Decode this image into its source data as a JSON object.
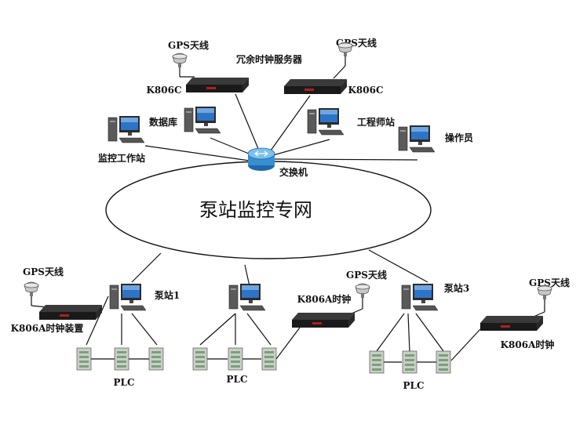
{
  "labels": {
    "gps_antenna": "GPS天线",
    "redundant_servers": "冗余时钟服务器",
    "k806c": "K806C",
    "database": "数据库",
    "engineer_station": "工程师站",
    "operator": "操作员",
    "monitor_station": "监控工作站",
    "switch": "交换机",
    "private_network": "泵站监控专网",
    "pump_station_1": "泵站1",
    "pump_station_3": "泵站3",
    "k806a_clock_device": "K806A时钟装置",
    "k806a_clock": "K806A时钟",
    "plc": "PLC"
  }
}
